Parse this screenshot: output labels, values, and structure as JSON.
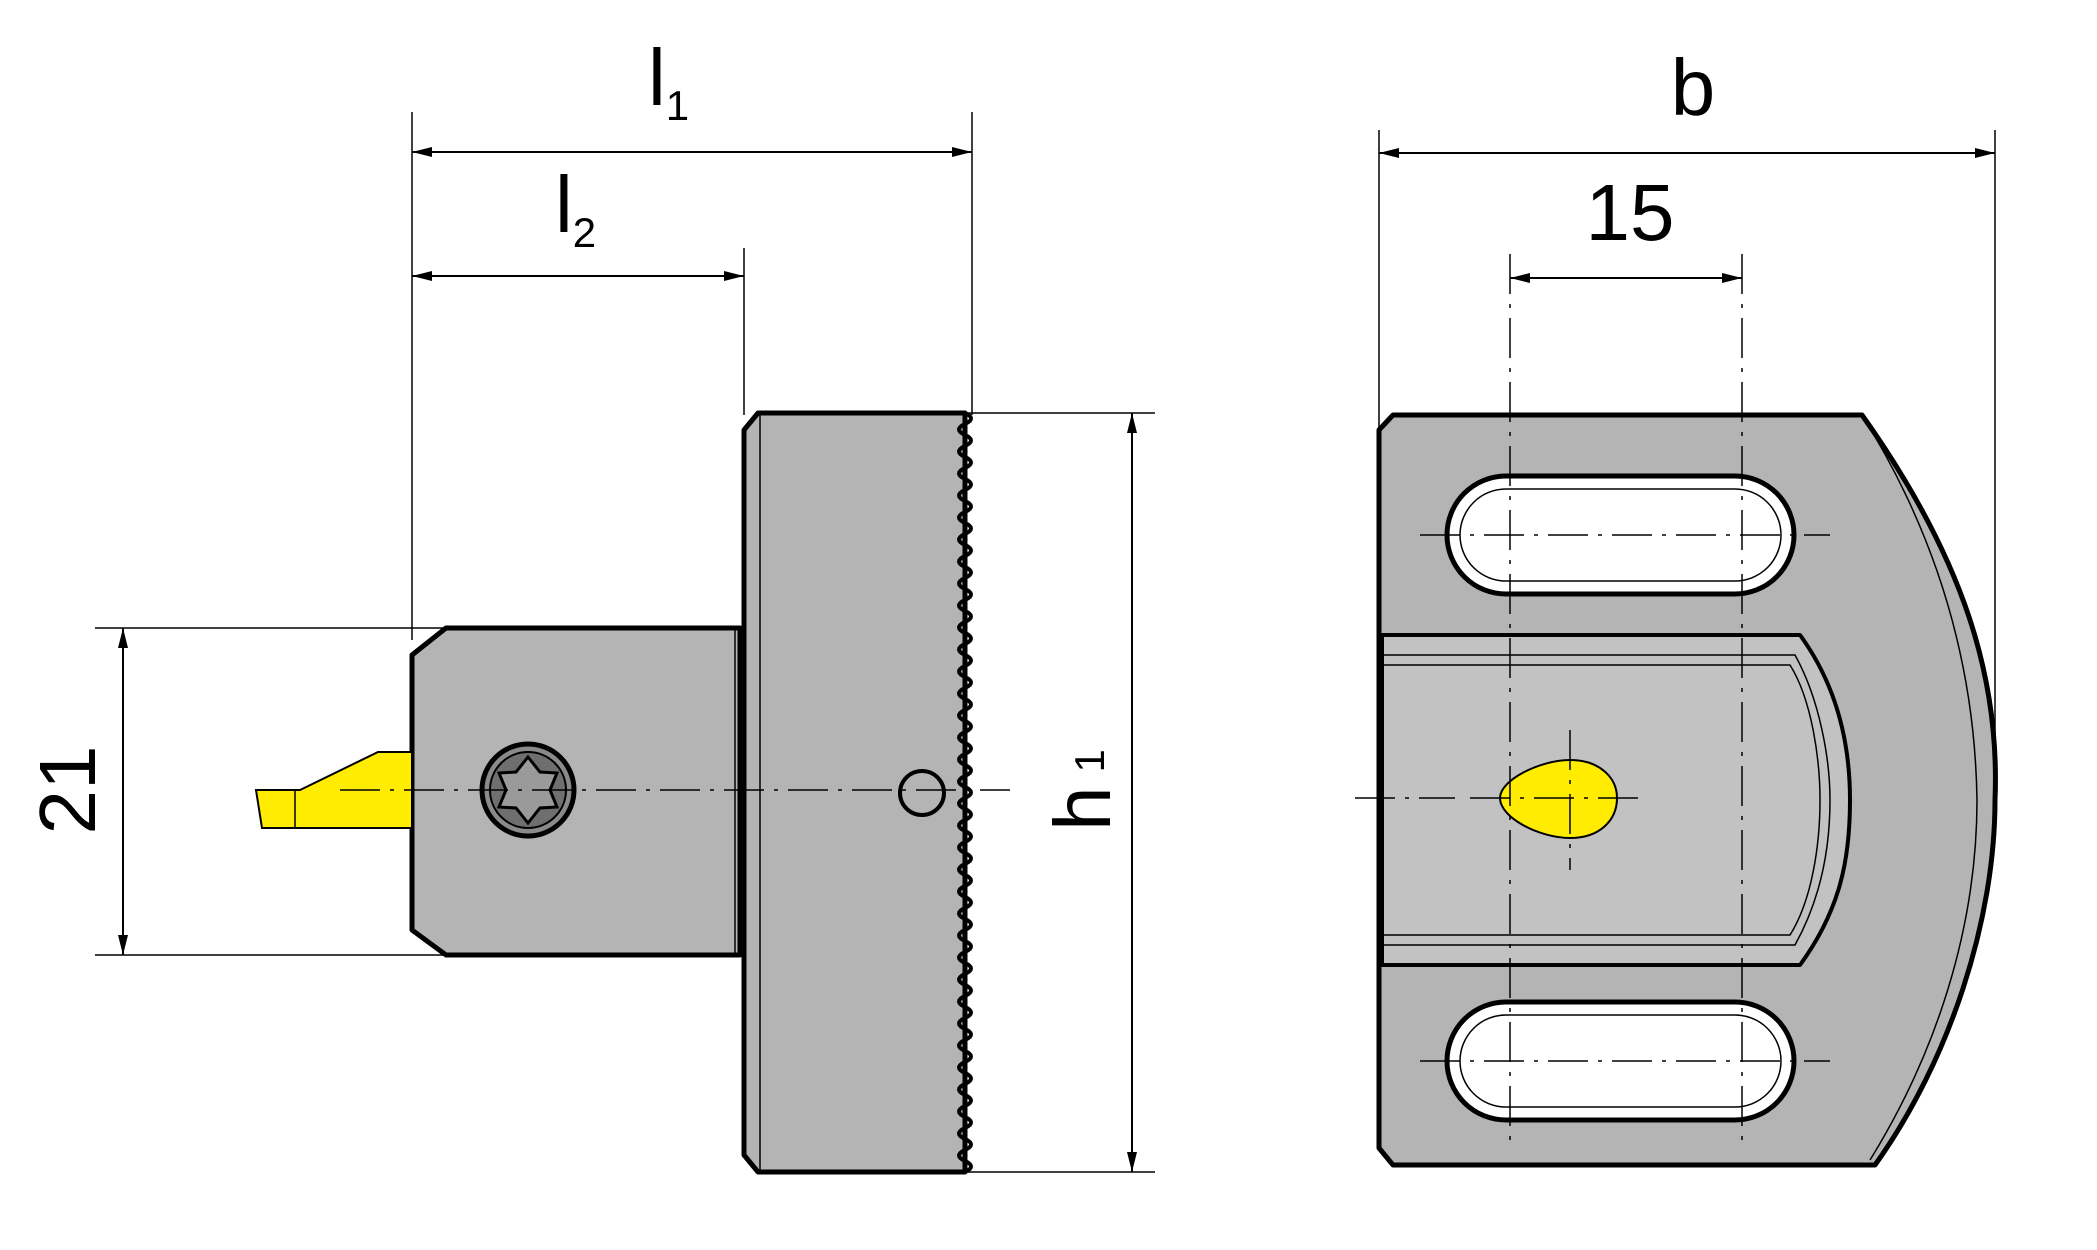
{
  "dimensions": {
    "l1_main": "l",
    "l1_sub": "1",
    "l2_main": "l",
    "l2_sub": "2",
    "b": "b",
    "width_15": "15",
    "height_21": "21",
    "h1_main": "h",
    "h1_sub": "1"
  },
  "colors": {
    "body": "#b4b4b4",
    "insert": "#ffec00",
    "outline": "#000000",
    "background": "#ffffff"
  }
}
